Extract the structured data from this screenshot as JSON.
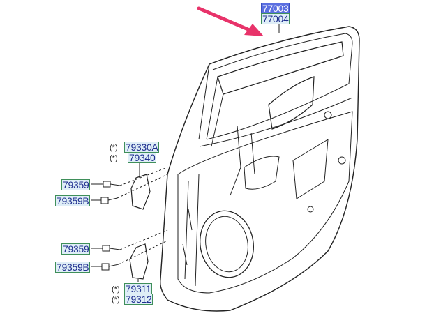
{
  "labels": {
    "top1": "77003",
    "top2": "77004",
    "hinge_upper_1": "79330A",
    "hinge_upper_2": "79340",
    "bolt_upper_1": "79359",
    "bolt_upper_2": "79359B",
    "bolt_lower_1": "79359",
    "bolt_lower_2": "79359B",
    "hinge_lower_1": "79311",
    "hinge_lower_2": "79312"
  },
  "asterisk": "(*)",
  "colors": {
    "arrow": "#e8336a",
    "label_fill": "#dfeef7",
    "label_border": "#3f8f5a",
    "label_text": "#1f2f8f",
    "highlight": "#5b6fe0"
  }
}
